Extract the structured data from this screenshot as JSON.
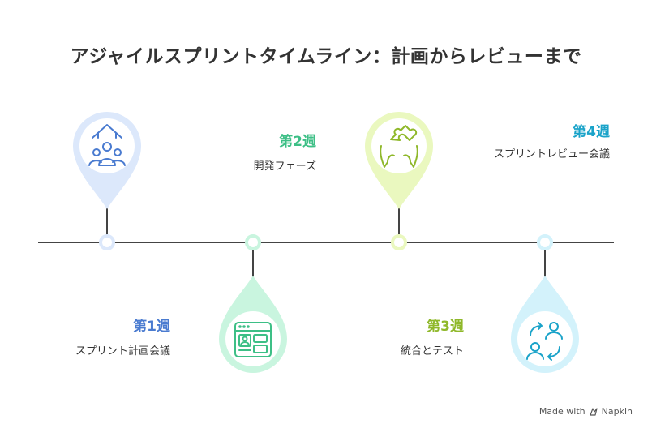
{
  "title": "アジャイルスプリントタイムライン：計画からレビューまで",
  "milestones": [
    {
      "week": "第1週",
      "label": "スプリント計画会議",
      "color": "#4a7bd0",
      "icon": "team-growth-icon"
    },
    {
      "week": "第2週",
      "label": "開発フェーズ",
      "color": "#3dbf86",
      "icon": "browser-layout-icon"
    },
    {
      "week": "第3週",
      "label": "統合とテスト",
      "color": "#8fb82a",
      "icon": "puzzle-hands-icon"
    },
    {
      "week": "第4週",
      "label": "スプリントレビュー会議",
      "color": "#1aa3c9",
      "icon": "user-exchange-icon"
    }
  ],
  "branding": {
    "text": "Made with",
    "name": "Napkin"
  }
}
